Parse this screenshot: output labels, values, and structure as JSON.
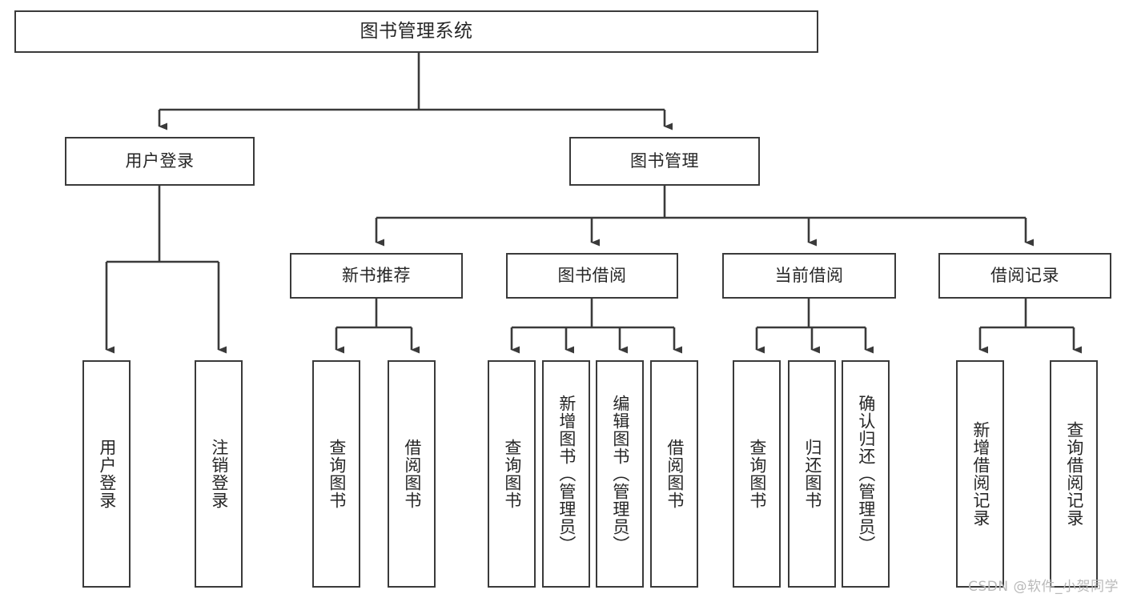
{
  "diagram": {
    "type": "tree",
    "orientation": "top-down",
    "root": {
      "id": "root",
      "label": "图书管理系统"
    },
    "level2": [
      {
        "id": "user-login",
        "label": "用户登录"
      },
      {
        "id": "book-management",
        "label": "图书管理"
      }
    ],
    "level3": [
      {
        "id": "new-book-recommend",
        "label": "新书推荐",
        "parent": "book-management"
      },
      {
        "id": "book-borrow",
        "label": "图书借阅",
        "parent": "book-management"
      },
      {
        "id": "current-borrow",
        "label": "当前借阅",
        "parent": "book-management"
      },
      {
        "id": "borrow-record",
        "label": "借阅记录",
        "parent": "book-management"
      }
    ],
    "leaves": [
      {
        "id": "leaf-user-login",
        "label": "用户登录",
        "parent": "user-login"
      },
      {
        "id": "leaf-logout-login",
        "label": "注销登录",
        "parent": "user-login"
      },
      {
        "id": "leaf-query-book-1",
        "label": "查询图书",
        "parent": "new-book-recommend"
      },
      {
        "id": "leaf-borrow-book-1",
        "label": "借阅图书",
        "parent": "new-book-recommend"
      },
      {
        "id": "leaf-query-book-2",
        "label": "查询图书",
        "parent": "book-borrow"
      },
      {
        "id": "leaf-add-book",
        "label": "新增图书（管理员）",
        "parent": "book-borrow"
      },
      {
        "id": "leaf-edit-book",
        "label": "编辑图书（管理员）",
        "parent": "book-borrow"
      },
      {
        "id": "leaf-borrow-book-2",
        "label": "借阅图书",
        "parent": "book-borrow"
      },
      {
        "id": "leaf-query-book-3",
        "label": "查询图书",
        "parent": "current-borrow"
      },
      {
        "id": "leaf-return-book",
        "label": "归还图书",
        "parent": "current-borrow"
      },
      {
        "id": "leaf-confirm-return",
        "label": "确认归还（管理员）",
        "parent": "current-borrow"
      },
      {
        "id": "leaf-add-record",
        "label": "新增借阅记录",
        "parent": "borrow-record"
      },
      {
        "id": "leaf-query-record",
        "label": "查询借阅记录",
        "parent": "borrow-record"
      }
    ],
    "colors": {
      "box_border": "#3a3a3a",
      "box_fill": "#ffffff",
      "connector": "#3a3a3a",
      "text": "#262626",
      "watermark": "#b9b9b9",
      "background": "#ffffff"
    }
  },
  "watermark": {
    "text": "CSDN @软件_小贺同学"
  }
}
